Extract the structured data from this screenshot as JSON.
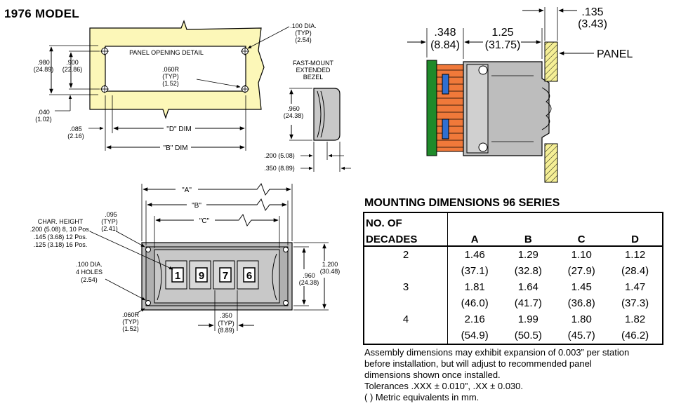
{
  "title": "1976 MODEL",
  "panel_detail": {
    "label": "PANEL OPENING DETAIL",
    "hole_dia": ".100 DIA.",
    "hole_typ": "(TYP)",
    "hole_mm": "(2.54)",
    "radius": ".060R",
    "radius_typ": "(TYP)",
    "radius_mm": "(1.52)",
    "h980": ".980",
    "h980_mm": "(24.89)",
    "h900": ".900",
    "h900_mm": "(22.86)",
    "d040": ".040",
    "d040_mm": "(1.02)",
    "d085": ".085",
    "d085_mm": "(2.16)",
    "d_dim": "\"D\" DIM",
    "b_dim": "\"B\" DIM"
  },
  "bezel": {
    "label_1": "FAST-MOUNT",
    "label_2": "EXTENDED",
    "label_3": "BEZEL",
    "h960": ".960",
    "h960_mm": "(24.38)",
    "d200": ".200 (5.08)",
    "d350": ".350 (8.89)"
  },
  "side_view": {
    "d348": ".348",
    "d348_mm": "(8.84)",
    "d125": "1.25",
    "d125_mm": "(31.75)",
    "d135": ".135",
    "d135_mm": "(3.43)",
    "panel": "PANEL"
  },
  "front_view": {
    "a": "\"A\"",
    "b": "\"B\"",
    "c": "\"C\"",
    "d095": ".095",
    "d095_typ": "(TYP)",
    "d095_mm": "(2.41)",
    "char_1": "CHAR. HEIGHT",
    "char_2": ".200 (5.08) 8, 10 Pos.",
    "char_3": ".145 (3.68) 12 Pos.",
    "char_4": ".125 (3.18) 16 Pos.",
    "holes_1": ".100 DIA.",
    "holes_2": "4 HOLES",
    "holes_3": "(2.54)",
    "radius": ".060R",
    "radius_typ": "(TYP)",
    "radius_mm": "(1.52)",
    "pitch": ".350",
    "pitch_typ": "(TYP)",
    "pitch_mm": "(8.89)",
    "h960": ".960",
    "h960_mm": "(24.38)",
    "h1200": "1.200",
    "h1200_mm": "(30.48)",
    "digits": [
      "1",
      "9",
      "7",
      "6"
    ]
  },
  "dims_table": {
    "title": "MOUNTING DIMENSIONS 96 SERIES",
    "header_1": "NO. OF",
    "header_2": "DECADES",
    "columns": [
      "A",
      "B",
      "C",
      "D"
    ],
    "rows": [
      {
        "decades": "2",
        "inch": [
          "1.46",
          "1.29",
          "1.10",
          "1.12"
        ],
        "mm": [
          "(37.1)",
          "(32.8)",
          "(27.9)",
          "(28.4)"
        ]
      },
      {
        "decades": "3",
        "inch": [
          "1.81",
          "1.64",
          "1.45",
          "1.47"
        ],
        "mm": [
          "(46.0)",
          "(41.7)",
          "(36.8)",
          "(37.3)"
        ]
      },
      {
        "decades": "4",
        "inch": [
          "2.16",
          "1.99",
          "1.80",
          "1.82"
        ],
        "mm": [
          "(54.9)",
          "(50.5)",
          "(45.7)",
          "(46.2)"
        ]
      }
    ]
  },
  "notes": [
    "Assembly dimensions may exhibit expansion of 0.003” per station",
    "before installation, but will adjust to recommended panel",
    "dimensions shown once installed.",
    "Tolerances .XXX ± 0.010”, .XX ± 0.030.",
    "( ) Metric equivalents in mm."
  ],
  "colors": {
    "panel_fill": "#fcf7b8",
    "body_gray": "#bdbdbd",
    "pcb_green": "#1f8a2a",
    "connector_orange": "#f0793a",
    "led_blue": "#2f6fd0",
    "hatch_yellow": "#f5ef96"
  }
}
